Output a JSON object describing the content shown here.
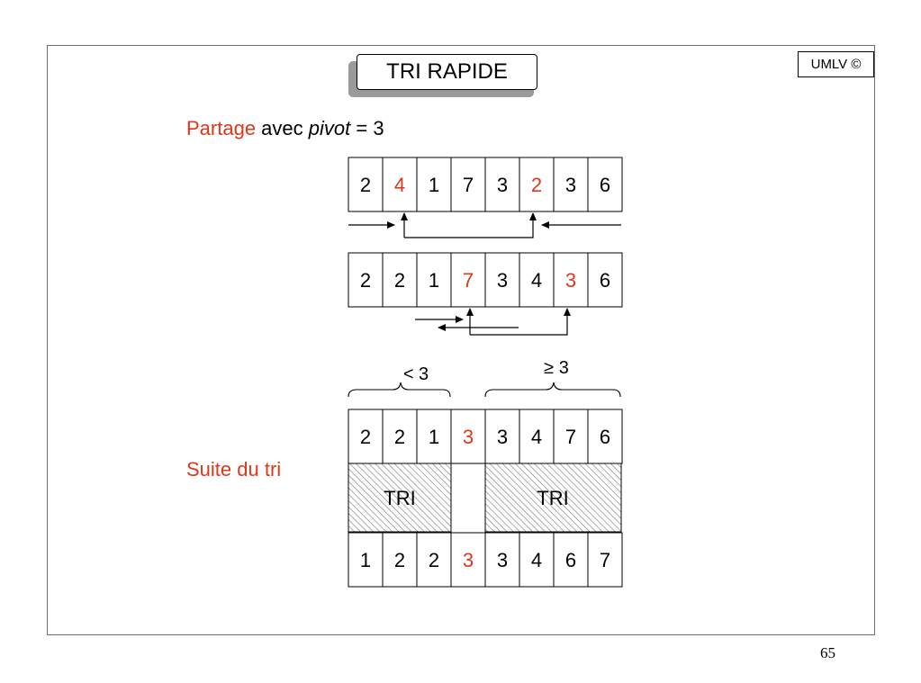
{
  "badge": "UMLV ©",
  "title": "TRI RAPIDE",
  "partage": {
    "keyword": "Partage",
    "middle": " avec ",
    "pivot_word": "pivot",
    "tail": " = 3"
  },
  "suite_label": "Suite du tri",
  "page_number": "65",
  "colors": {
    "highlight": "#e0361a",
    "text": "#000000",
    "hatch": "#8a8a8a"
  },
  "rows": [
    {
      "values": [
        "2",
        "4",
        "1",
        "7",
        "3",
        "2",
        "3",
        "6"
      ],
      "highlight": [
        1,
        5
      ]
    },
    {
      "values": [
        "2",
        "2",
        "1",
        "7",
        "3",
        "4",
        "3",
        "6"
      ],
      "highlight": [
        3,
        6
      ]
    },
    {
      "values": [
        "2",
        "2",
        "1",
        "3",
        "3",
        "4",
        "7",
        "6"
      ],
      "highlight": [
        3
      ]
    },
    {
      "values": [
        "1",
        "2",
        "2",
        "3",
        "3",
        "4",
        "6",
        "7"
      ],
      "highlight": [
        3
      ]
    }
  ],
  "brace_left_label": "< 3",
  "brace_right_label": "≥ 3",
  "tri_label": "TRI"
}
